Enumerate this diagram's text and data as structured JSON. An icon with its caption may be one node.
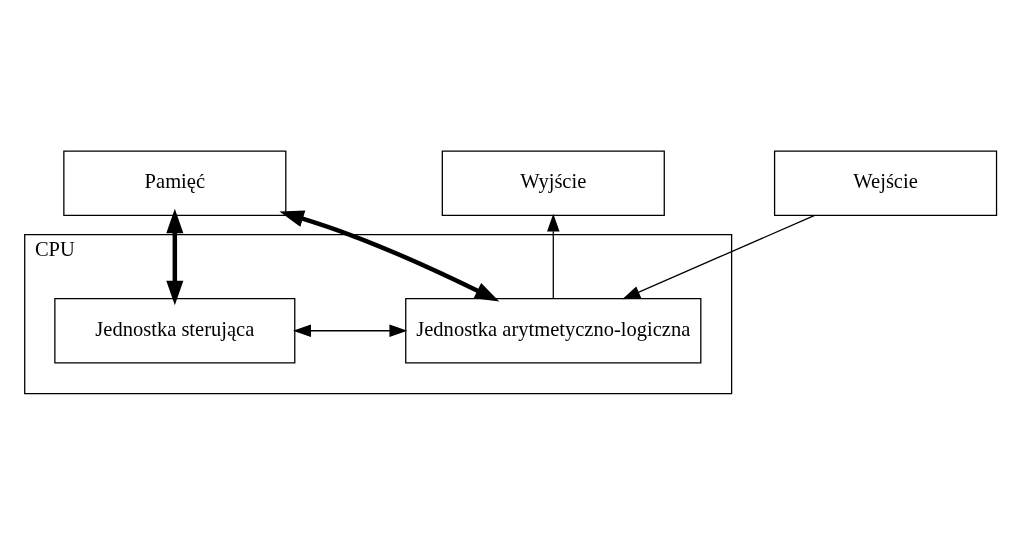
{
  "diagram": {
    "nodes": [
      {
        "text": [
          "Pamięć"
        ]
      },
      {
        "text": [
          "CPU"
        ]
      },
      {
        "text": [
          "Jednostka sterująca"
        ],
        "in": 1
      },
      {
        "text": [
          "Jednostka arytmetyczno-logiczna"
        ],
        "in": 1
      },
      {
        "text": [
          "Wejście"
        ]
      },
      {
        "text": [
          "Wyjście"
        ]
      }
    ],
    "edges": [
      {
        "from": 0,
        "to": 2,
        "arrow": "both",
        "style": "thick"
      },
      {
        "from": 0,
        "to": 3,
        "arrow": "both",
        "style": "thick"
      },
      {
        "from": 2,
        "to": 3,
        "arrow": "both"
      },
      {
        "from": 4,
        "to": 3,
        "arrow": "to"
      },
      {
        "from": 3,
        "to": 5,
        "arrow": "to"
      }
    ]
  }
}
